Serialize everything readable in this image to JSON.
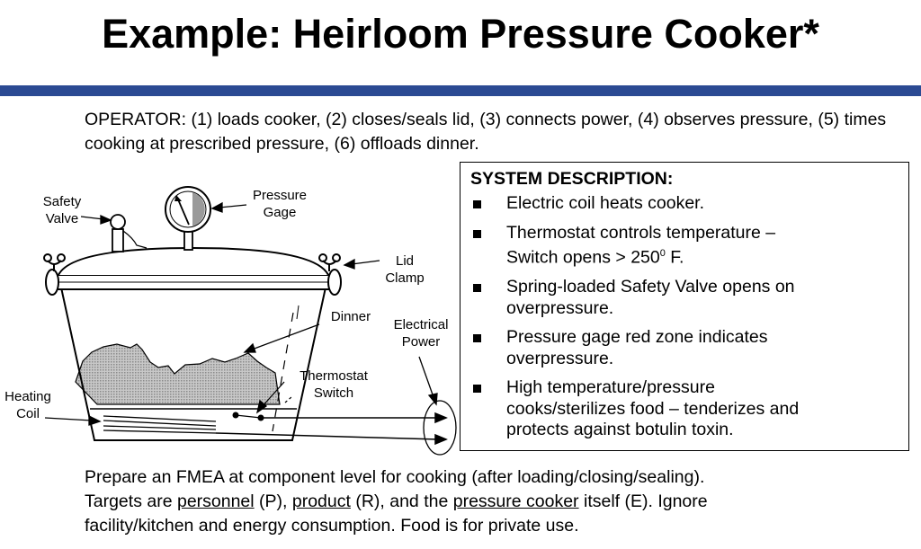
{
  "title": "Example: Heirloom Pressure Cooker*",
  "operator_text": "OPERATOR: (1) loads cooker, (2) closes/seals lid, (3) connects power, (4) observes pressure, (5) times cooking at prescribed pressure, (6) offloads dinner.",
  "system_description": {
    "heading": "SYSTEM DESCRIPTION:",
    "items": [
      {
        "line1": "Electric coil heats cooker.",
        "line2": ""
      },
      {
        "line1": "Thermostat controls temperature –",
        "line2": "Switch opens > 250",
        "line2_sup": "0",
        "line2_end": " F."
      },
      {
        "line1": "Spring-loaded Safety Valve opens on",
        "line2": "overpressure."
      },
      {
        "line1": "Pressure gage red zone indicates",
        "line2": "overpressure."
      },
      {
        "line1": "High temperature/pressure",
        "line2": "cooks/sterilizes food – tenderizes and",
        "line3": "protects against botulin toxin."
      }
    ]
  },
  "diagram_labels": {
    "safety_valve": [
      "Safety",
      "Valve"
    ],
    "pressure_gage": [
      "Pressure",
      "Gage"
    ],
    "lid_clamp": [
      "Lid",
      "Clamp"
    ],
    "dinner": "Dinner",
    "electrical_power": [
      "Electrical",
      "Power"
    ],
    "thermostat_switch": [
      "Thermostat",
      "Switch"
    ],
    "heating_coil": [
      "Heating",
      "Coil"
    ]
  },
  "bottom_text": {
    "line1": "Prepare an FMEA at component level for cooking (after loading/closing/sealing).",
    "targets_prefix": "Targets are ",
    "personnel": "personnel",
    "personnel_suffix": " (P), ",
    "product": "product",
    "product_suffix": " (R), and the ",
    "pressure_cooker": "pressure cooker",
    "pressure_cooker_suffix": " itself (E). Ignore",
    "line3": "facility/kitchen and energy consumption. Food is for private use."
  },
  "colors": {
    "rule": "#2b4a93",
    "food_fill": "#b5b5b5",
    "gage_dial": "#9a9a9a"
  }
}
